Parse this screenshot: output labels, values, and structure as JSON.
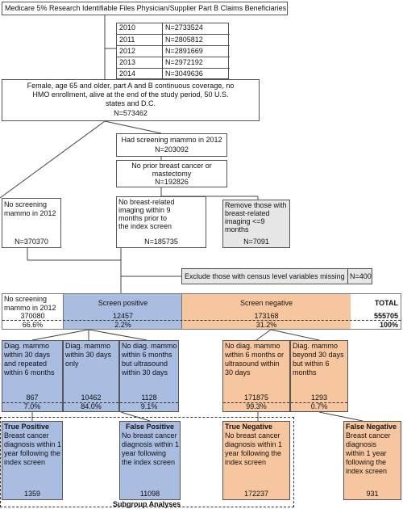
{
  "top": {
    "title": "Medicare 5% Research Identifiable Files Physician/Supplier Part B Claims Beneficiaries"
  },
  "years": [
    {
      "year": "2010",
      "n": "N=2733524"
    },
    {
      "year": "2011",
      "n": "N=2805812"
    },
    {
      "year": "2012",
      "n": "N=2891669"
    },
    {
      "year": "2013",
      "n": "N=2972192"
    },
    {
      "year": "2014",
      "n": "N=3049636"
    }
  ],
  "criteria": {
    "line1": "Female, age 65 and older, part A and B continuous coverage, no",
    "line2": "HMO enrollment, alive at the end of the study period, 50 U.S.",
    "line3": "states and D.C.",
    "n": "N=573462"
  },
  "had_screening": {
    "line1": "Had screening mammo in 2012",
    "n": "N=203092"
  },
  "no_prior": {
    "line1": "No prior breast cancer or",
    "line2": "mastectomy",
    "n": "N=192826"
  },
  "no_screening_left": {
    "line1": "No screening",
    "line2": "mammo in 2012",
    "n": "N=370370"
  },
  "no_breast_imaging": {
    "line1": "No breast-related",
    "line2": "imaging within 9",
    "line3": "months prior to",
    "line4": "the index screen",
    "n": "N=185735"
  },
  "remove_those": {
    "line1": "Remove those with",
    "line2": "breast-related",
    "line3": "imaging <=9",
    "line4": "months",
    "n": "N=7091"
  },
  "exclude": {
    "label": "Exclude those with census level variables missing",
    "n": "N=400"
  },
  "summary": {
    "no_screen_label1": "No screening",
    "no_screen_label2": "mammo in 2012",
    "no_screen_n": "370080",
    "no_screen_pct": "66.6%",
    "pos_label": "Screen positive",
    "pos_n": "12457",
    "pos_pct": "2.2%",
    "neg_label": "Screen negative",
    "neg_n": "173168",
    "neg_pct": "31.2%",
    "total_label": "TOTAL",
    "total_n": "555705",
    "total_pct": "100%"
  },
  "pos_groups": [
    {
      "l1": "Diag. mammo",
      "l2": "within 30 days",
      "l3": "and repeated",
      "l4": "within 6 months",
      "n": "867",
      "pct": "7.0%"
    },
    {
      "l1": "Diag. mammo",
      "l2": "within 30 days",
      "l3": "only",
      "l4": "",
      "n": "10462",
      "pct": "84.0%"
    },
    {
      "l1": "No diag. mammo",
      "l2": "within 6 months",
      "l3": "but ultrasound",
      "l4": "within 30 days",
      "n": "1128",
      "pct": "9.1%"
    }
  ],
  "neg_groups": [
    {
      "l1": "No diag. mammo",
      "l2": "within 6 months or",
      "l3": "ultrasound within",
      "l4": "30 days",
      "n": "171875",
      "pct": "99.3%"
    },
    {
      "l1": "Diag. mammo",
      "l2": "beyond 30 days",
      "l3": "but within 6",
      "l4": "months",
      "n": "1293",
      "pct": "0.7%"
    }
  ],
  "outcomes": [
    {
      "title": "True Positive",
      "l1": "Breast cancer",
      "l2": "diagnosis within 1",
      "l3": "year following the",
      "l4": "index screen",
      "n": "1359"
    },
    {
      "title": "False Positive",
      "l1": "No breast cancer",
      "l2": "diagnosis within 1",
      "l3": "year following",
      "l4": "the index screen",
      "n": "11098"
    },
    {
      "title": "True Negative",
      "l1": "No breast cancer",
      "l2": "diagnosis within 1",
      "l3": "year following the",
      "l4": "index screen",
      "n": "172237"
    },
    {
      "title": "False  Negative",
      "l1": "Breast cancer",
      "l2": "diagnosis",
      "l3": "within 1 year",
      "l4": "following the",
      "l5": "index screen",
      "n": "931"
    }
  ],
  "subgroup_label": "Subgroup Analyses",
  "colors": {
    "blue": "#a9bde0",
    "orange": "#f6c79f",
    "grey": "#e6e6e6"
  }
}
